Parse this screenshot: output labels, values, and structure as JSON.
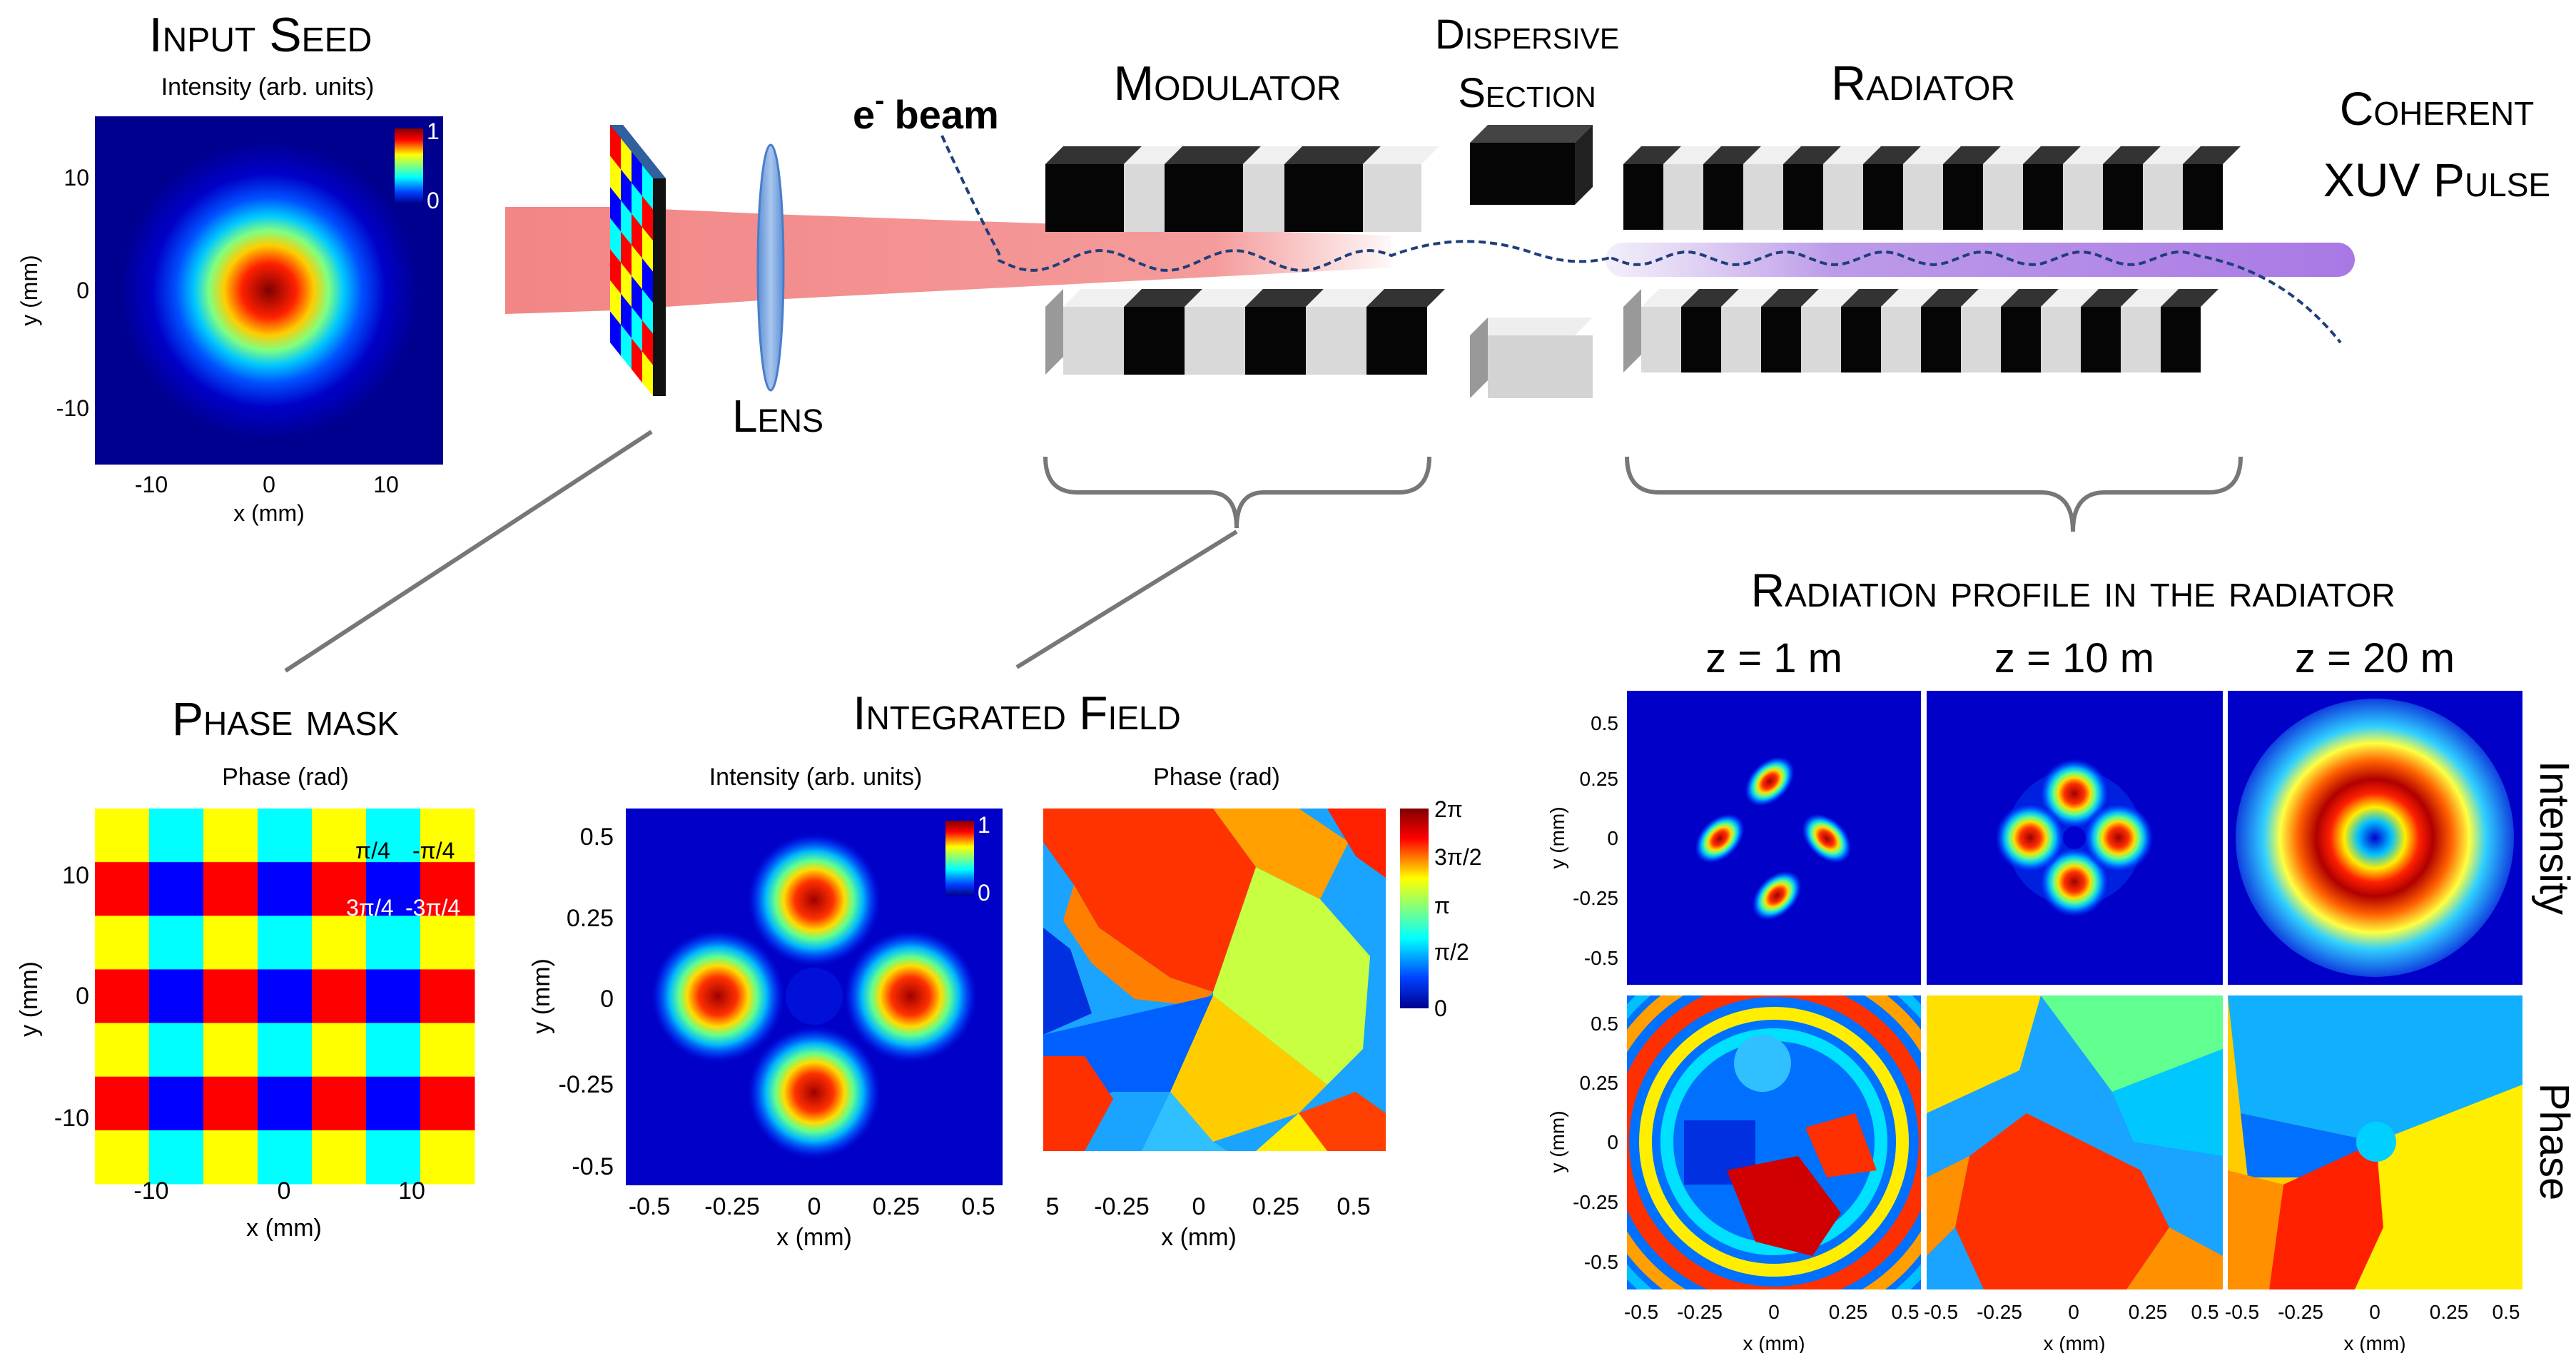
{
  "titles": {
    "input_seed": "Input Seed",
    "phase_mask": "Phase mask",
    "integrated_field": "Integrated Field",
    "modulator": "Modulator",
    "dispersive_1": "Dispersive",
    "dispersive_2": "Section",
    "radiator": "Radiator",
    "coherent_1": "Coherent",
    "coherent_2": "XUV Pulse",
    "lens": "Lens",
    "ebeam_e": "e",
    "ebeam_minus": "-",
    "ebeam_beam": "beam",
    "radiation_profile": "Radiation profile in the radiator"
  },
  "panels": {
    "seed": {
      "subtitle": "Intensity (arb. units)",
      "xlabel": "x (mm)",
      "ylabel": "y (mm)",
      "xticks": [
        "-10",
        "0",
        "10"
      ],
      "yticks": [
        "10",
        "0",
        "-10"
      ],
      "cbar_max": "1",
      "cbar_min": "0"
    },
    "mask": {
      "subtitle": "Phase (rad)",
      "xlabel": "x (mm)",
      "ylabel": "y (mm)",
      "xticks": [
        "-10",
        "0",
        "10"
      ],
      "yticks": [
        "10",
        "0",
        "-10"
      ],
      "legend": [
        "π/4",
        "-π/4",
        "3π/4",
        "-3π/4"
      ],
      "colors": {
        "pi4": "#ffff00",
        "mpi4": "#00ffff",
        "p3pi4": "#ff0000",
        "m3pi4": "#0000ff"
      }
    },
    "int_intensity": {
      "subtitle": "Intensity (arb. units)",
      "xlabel": "x (mm)",
      "ylabel": "y (mm)",
      "xticks": [
        "-0.5",
        "-0.25",
        "0",
        "0.25",
        "0.5"
      ],
      "yticks": [
        "0.5",
        "0.25",
        "0",
        "-0.25",
        "-0.5"
      ],
      "cbar_max": "1",
      "cbar_min": "0"
    },
    "int_phase": {
      "subtitle": "Phase (rad)",
      "xlabel": "x (mm)",
      "xticks": [
        "5",
        "-0.25",
        "0",
        "0.25",
        "0.5"
      ],
      "cbar_ticks": [
        "2π",
        "3π/2",
        "π",
        "π/2",
        "0"
      ]
    },
    "radiator": {
      "z_labels": [
        "z = 1 m",
        "z = 10 m",
        "z = 20 m"
      ],
      "row_intensity": "Intensity",
      "row_phase": "Phase",
      "ylabel": "y (mm)",
      "xlabel": "x (mm)",
      "yticks": [
        "0.5",
        "0.25",
        "0",
        "-0.25",
        "-0.5"
      ],
      "xticks": [
        "-0.5",
        "-0.25",
        "0",
        "0.25",
        "0.5"
      ]
    }
  }
}
